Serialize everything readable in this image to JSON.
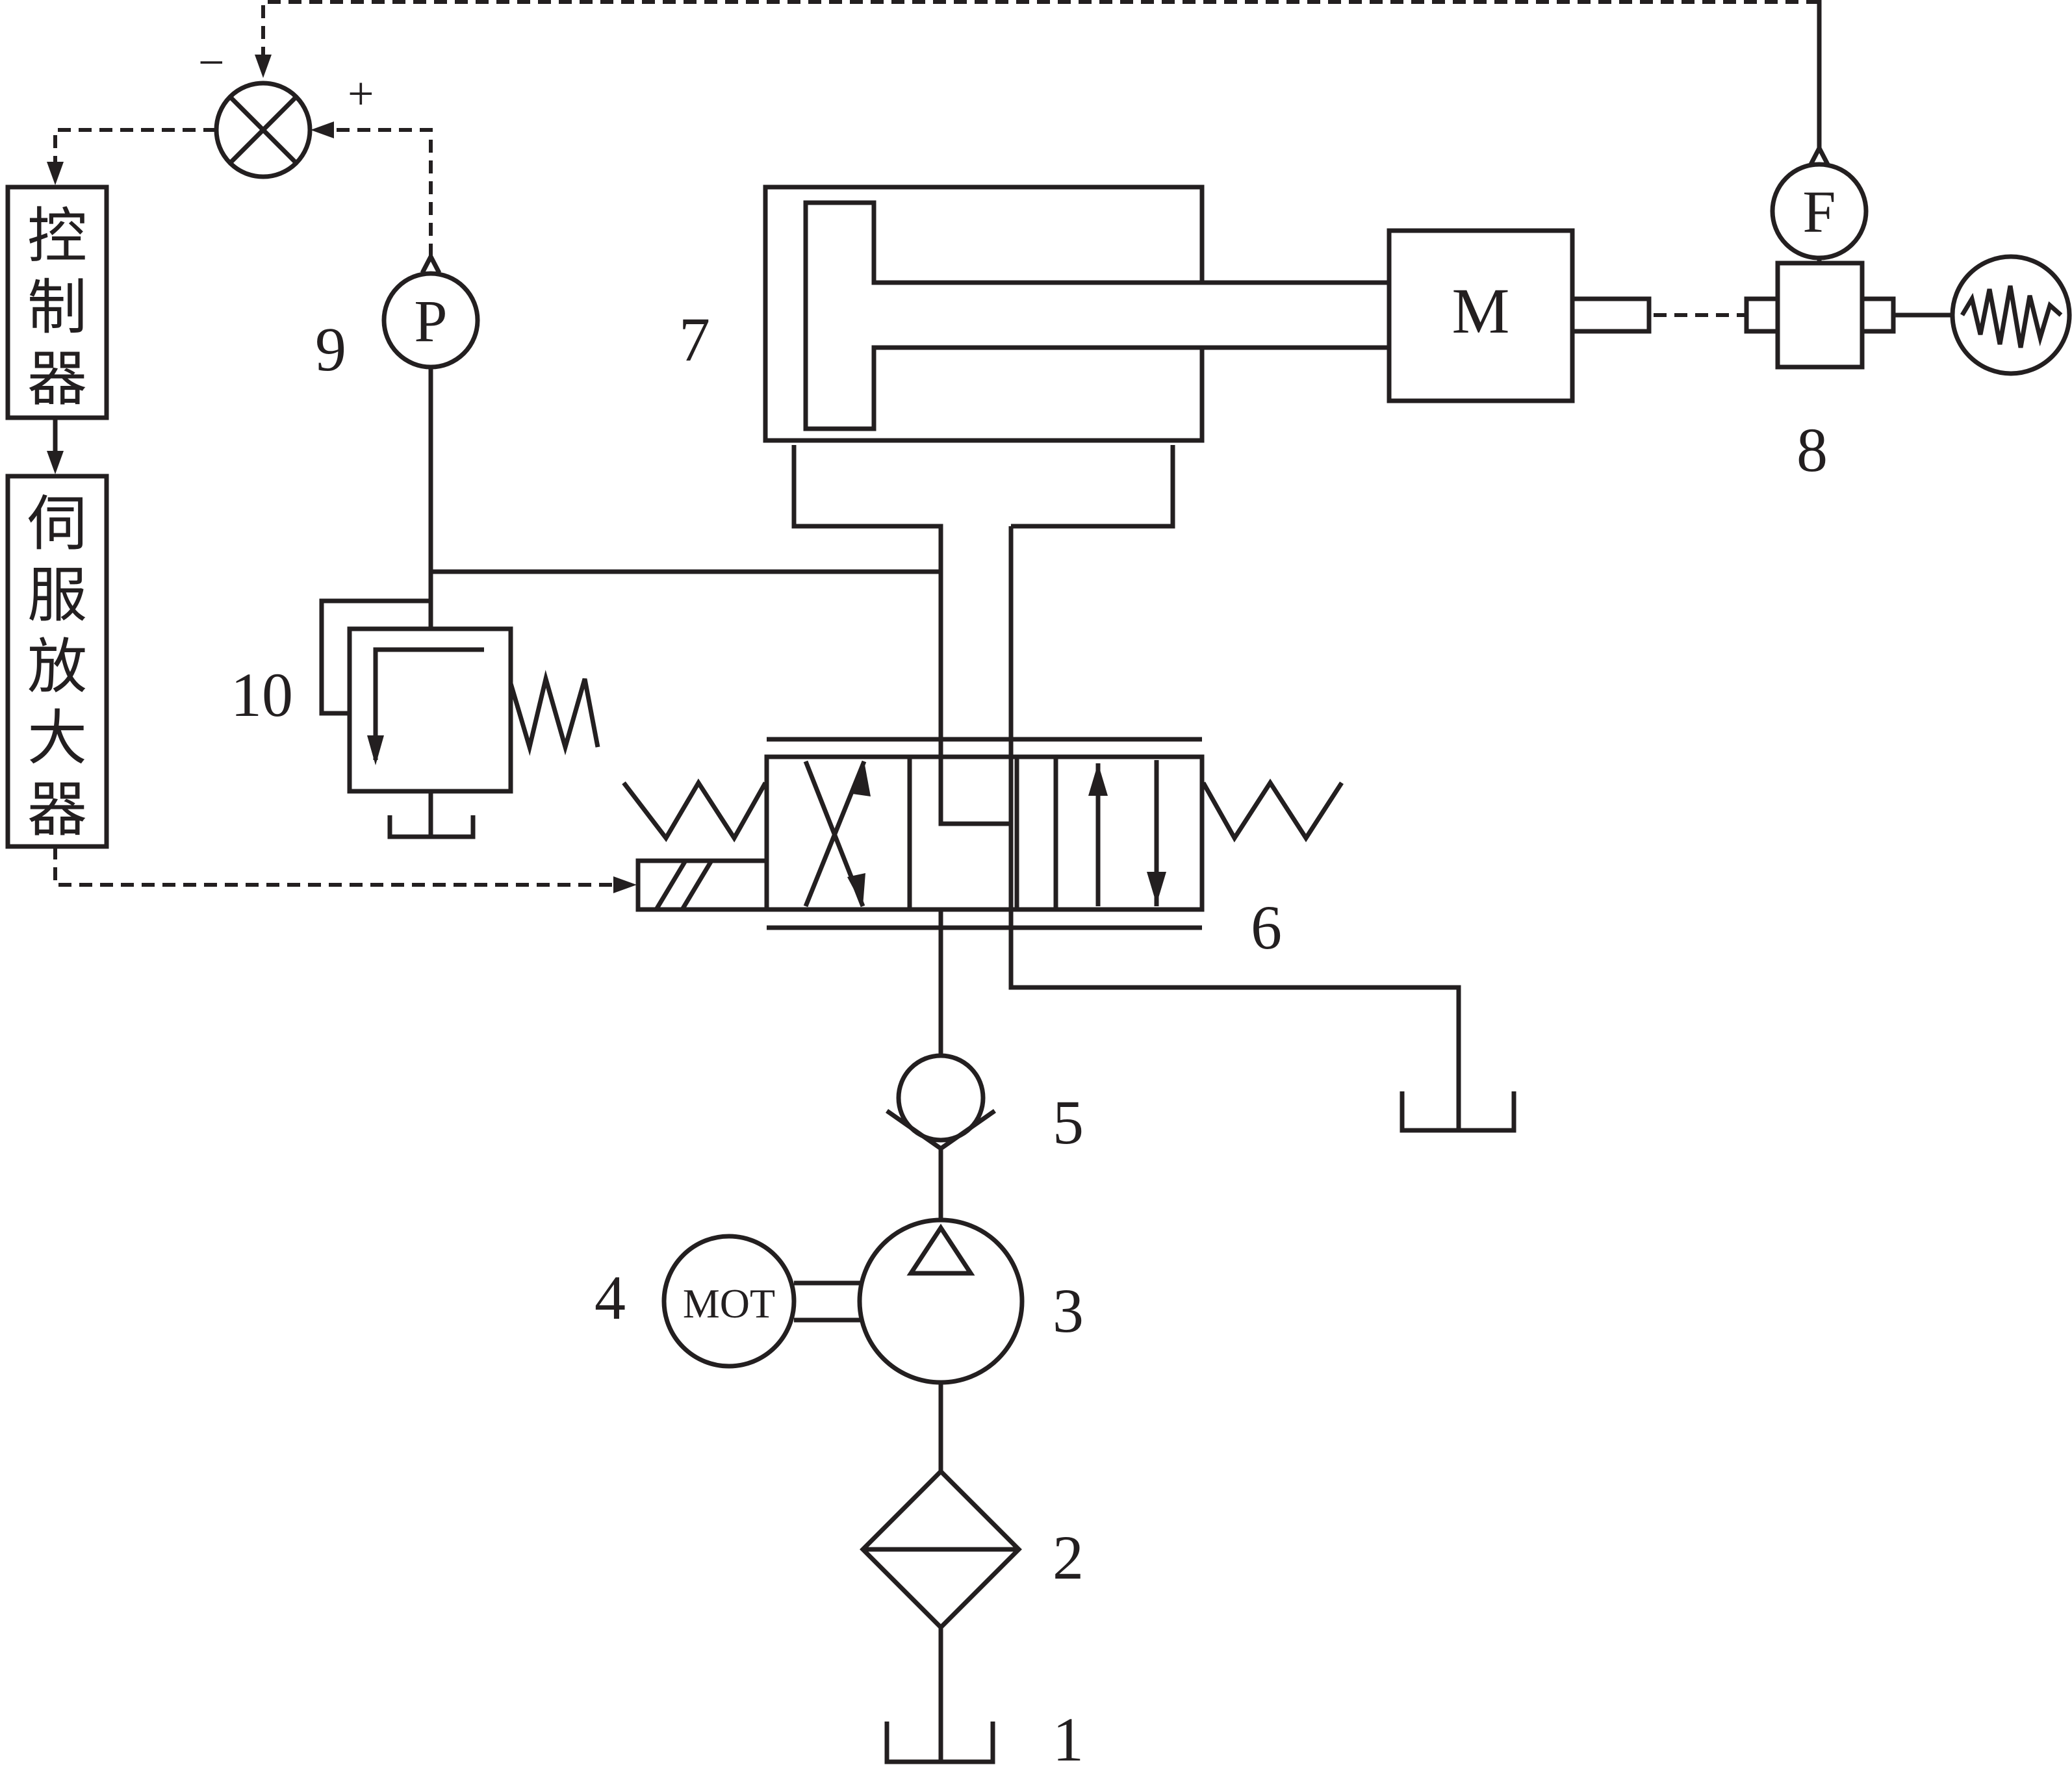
{
  "labels": {
    "reservoir": "1",
    "filter": "2",
    "pump": "3",
    "motor": "4",
    "check_valve": "5",
    "servo_valve": "6",
    "cylinder": "7",
    "force_sensor_assembly": "8",
    "pressure_sensor": "9",
    "relief_valve": "10"
  },
  "symbols": {
    "motor_text": "MOT",
    "mass_text": "M",
    "force_sensor_text": "F",
    "pressure_sensor_text": "P",
    "comparator_minus": "−",
    "comparator_plus": "+"
  },
  "blocks": {
    "controller": [
      "控",
      "制",
      "器"
    ],
    "servo_amplifier": [
      "伺",
      "服",
      "放",
      "大",
      "器"
    ]
  }
}
